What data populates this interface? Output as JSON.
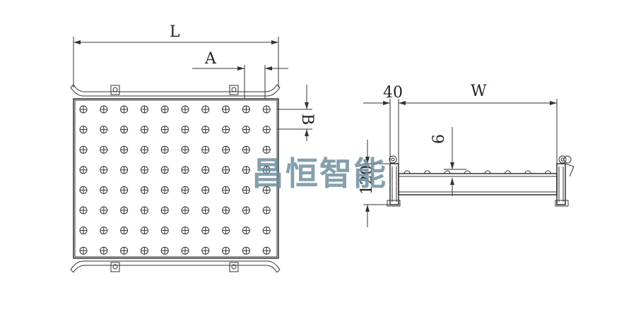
{
  "dimensions": {
    "length": "L",
    "roller_pitch_x": "A",
    "roller_pitch_y": "B",
    "width": "W",
    "side_frame": "40",
    "roller_protrusion": "6",
    "height": "120"
  },
  "watermark": "昌恒智能",
  "colors": {
    "line": "#333333",
    "watermark": "#6f8ea0",
    "background": "#ffffff"
  },
  "ball_grid": {
    "columns": 10,
    "rows": 8
  },
  "side_rollers": 8
}
